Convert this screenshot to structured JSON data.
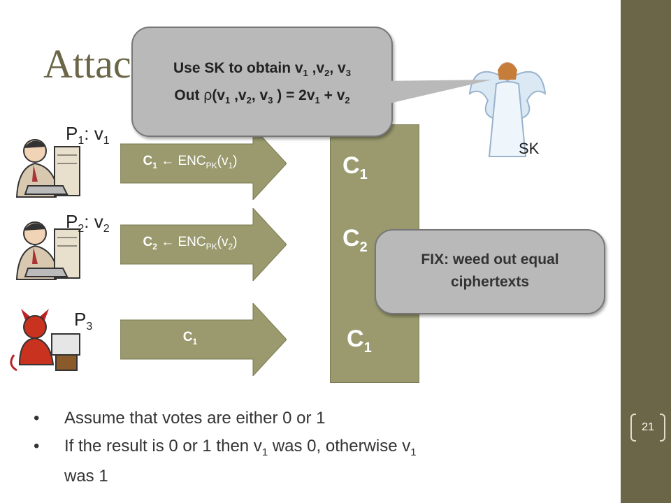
{
  "slide": {
    "title": "Attack on Privacy",
    "page_number": "21"
  },
  "parties": [
    {
      "name": "P",
      "sub": "1",
      "sep": ": v",
      "vsub": "1"
    },
    {
      "name": "P",
      "sub": "2",
      "sep": ": v",
      "vsub": "2"
    },
    {
      "name": "P",
      "sub": "3"
    }
  ],
  "arrows": [
    {
      "c": "C",
      "csub": "1",
      "mid": " ← ENC",
      "ksub": "PK",
      "arg": "(v",
      "argsub": "1",
      "close": ")"
    },
    {
      "c": "C",
      "csub": "2",
      "mid": " ← ENC",
      "ksub": "PK",
      "arg": "(v",
      "argsub": "2",
      "close": ")"
    },
    {
      "c": "C",
      "csub": "1"
    }
  ],
  "ballot_box": [
    {
      "c": "C",
      "sub": "1"
    },
    {
      "c": "C",
      "sub": "2"
    },
    {
      "c": "C",
      "sub": "1"
    }
  ],
  "callout_top": {
    "line1_a": "Use SK to obtain v",
    "line1_s1": "1",
    "line1_b": " ,v",
    "line1_s2": "2",
    "line1_c": ", v",
    "line1_s3": "3",
    "line2_a": "Out ",
    "line2_rho": "ρ",
    "line2_b": "(v",
    "line2_s1": "1",
    "line2_c": " ,v",
    "line2_s2": "2",
    "line2_d": ", v",
    "line2_s3": "3",
    "line2_e": " ) = 2v",
    "line2_s4": "1",
    "line2_f": " + v",
    "line2_s5": "2"
  },
  "callout_fix": {
    "line1": "FIX: weed out equal",
    "line2": "ciphertexts"
  },
  "sk_label": "SK",
  "bullets": [
    {
      "text": "Assume that votes are either 0 or 1"
    },
    {
      "a": "If the result is 0 or 1 then v",
      "s1": "1",
      "b": " was 0, otherwise v",
      "s2": "1",
      "c": "was 1"
    }
  ],
  "colors": {
    "accent": "#6b6647",
    "ballot_box": "#9a9a6e",
    "arrow": "#9a9a6e",
    "callout": "#b9b9b9"
  },
  "icons": [
    "voter-icon",
    "voter-icon",
    "devil-icon",
    "angel-icon"
  ]
}
